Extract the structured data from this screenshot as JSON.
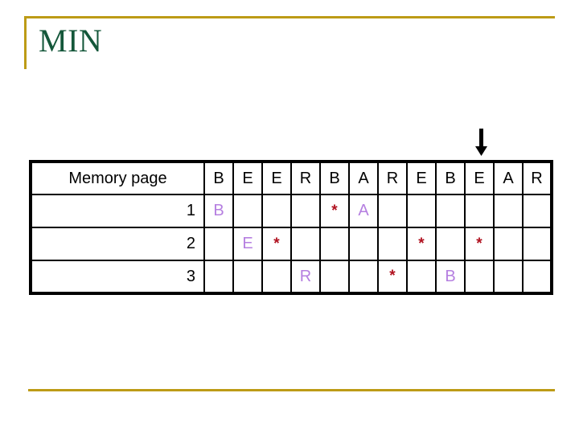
{
  "slide": {
    "title": "MIN",
    "accent_color": "#bd9b16",
    "title_color": "#14573a"
  },
  "pointer": {
    "icon": "down-arrow-icon",
    "target_column_index": 9,
    "target_column_label": "E",
    "color": "#000000"
  },
  "table": {
    "row_label_header": "Memory page",
    "reference_string": [
      "B",
      "E",
      "E",
      "R",
      "B",
      "A",
      "R",
      "E",
      "B",
      "E",
      "A",
      "R"
    ],
    "letter_color": "#b57fe0",
    "star_color": "#b0111f",
    "star_glyph": "*",
    "rows": [
      {
        "label": "1",
        "cells": [
          "B",
          "",
          "",
          "",
          "*",
          "A",
          "",
          "",
          "",
          "",
          "",
          ""
        ]
      },
      {
        "label": "2",
        "cells": [
          "",
          "E",
          "*",
          "",
          "",
          "",
          "",
          "*",
          "",
          "*",
          "",
          ""
        ]
      },
      {
        "label": "3",
        "cells": [
          "",
          "",
          "",
          "R",
          "",
          "",
          "*",
          "",
          "B",
          "",
          "",
          ""
        ]
      }
    ]
  }
}
